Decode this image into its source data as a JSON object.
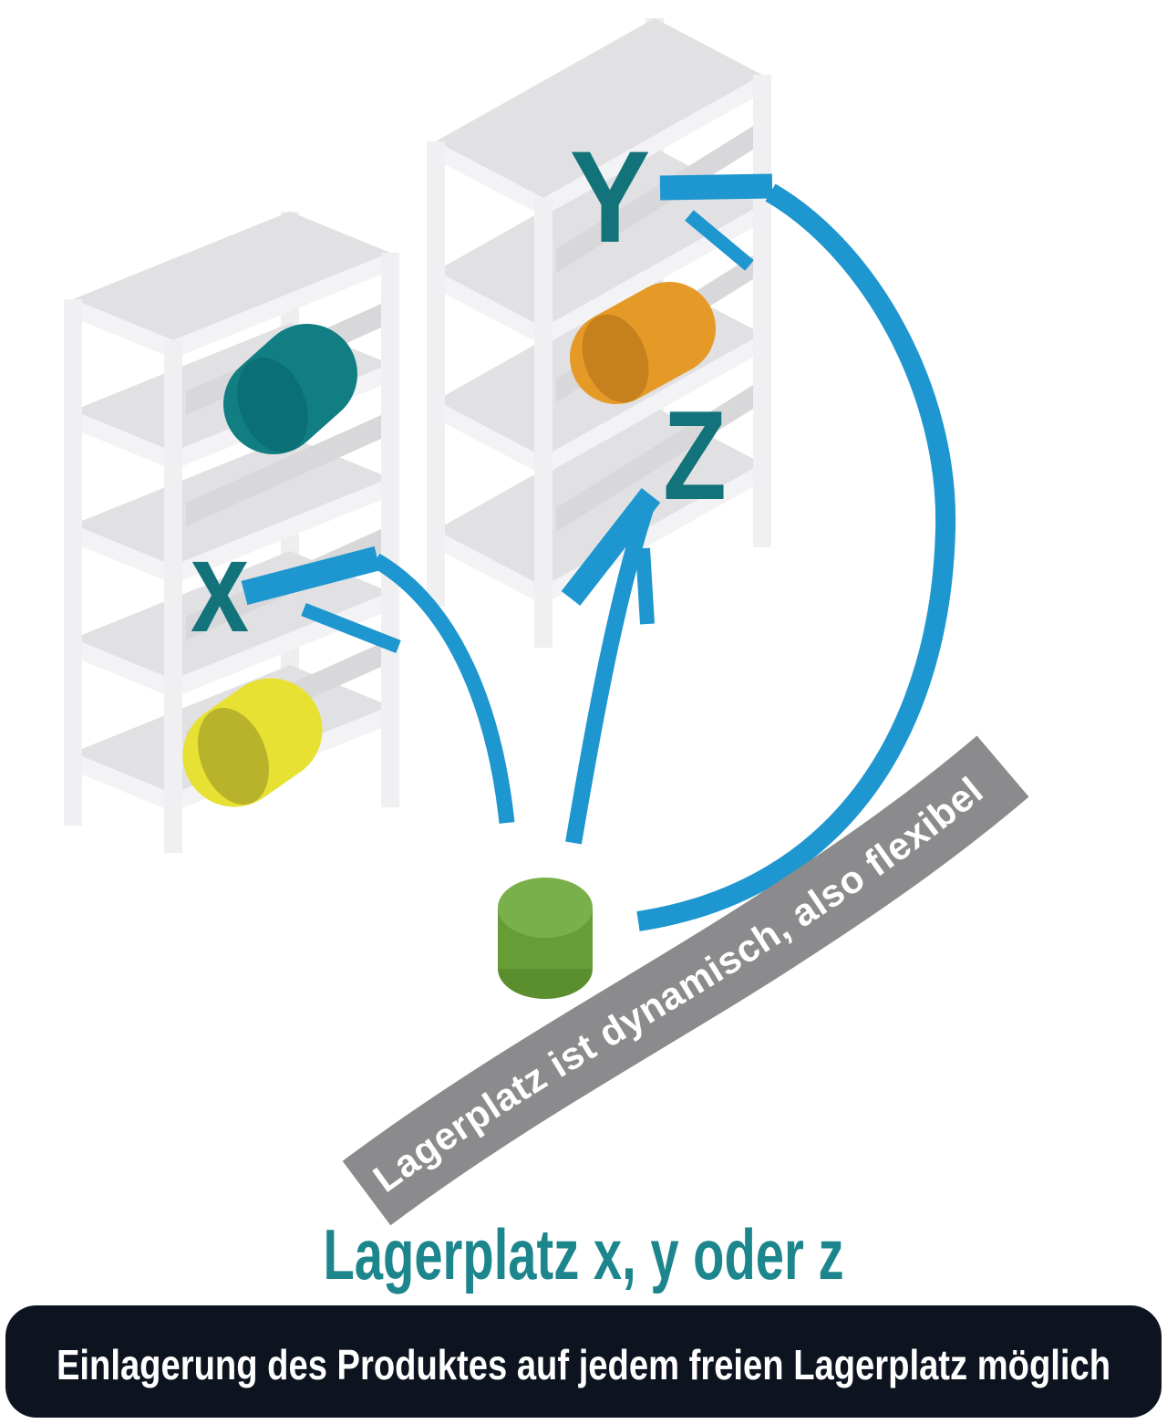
{
  "labels": {
    "x": "x",
    "y": "Y",
    "z": "Z"
  },
  "ribbon": {
    "text": "Lagerplatz ist dynamisch, also flexibel"
  },
  "caption": {
    "text": "Lagerplatz x, y oder z"
  },
  "banner": {
    "text": "Einlagerung des Produktes auf jedem freien Lagerplatz möglich"
  },
  "colors": {
    "arrow_blue": "#1e96cf",
    "label_teal": "#13737a",
    "caption_teal": "#1d868d",
    "ribbon_gray": "#8b8b8d",
    "ribbon_text": "#ffffff",
    "banner_bg": "#0d1420",
    "banner_text": "#ffffff",
    "shelf_top_gray": "#e1e1e3",
    "cylinder_teal": "#117e83",
    "cylinder_orange": "#e59a28",
    "cylinder_yellow": "#e6e132",
    "cylinder_green": "#679d36"
  }
}
